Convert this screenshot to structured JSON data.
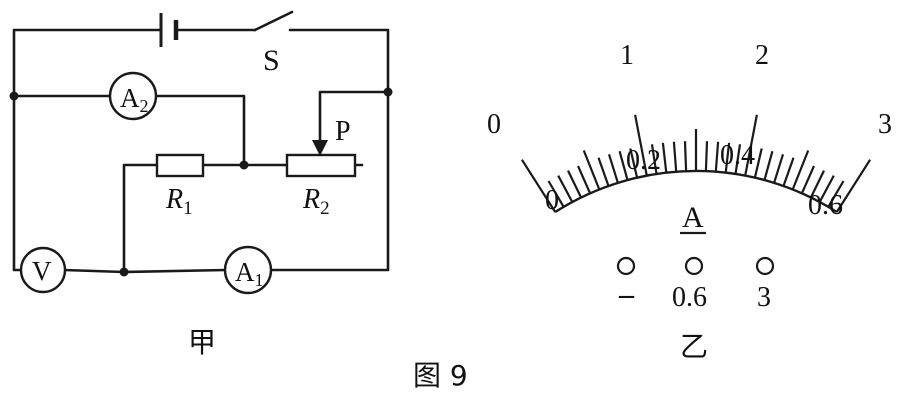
{
  "figure": {
    "caption": "图 9"
  },
  "circuit": {
    "caption": "甲",
    "switch_label": "S",
    "slider_label": "P",
    "r1_main": "R",
    "r1_sub": "1",
    "r2_main": "R",
    "r2_sub": "2",
    "voltmeter_label": "V",
    "ammeter1_main": "A",
    "ammeter1_sub": "1",
    "ammeter2_main": "A",
    "ammeter2_sub": "2"
  },
  "meter": {
    "caption": "乙",
    "unit": "A",
    "upper_scale": [
      "0",
      "1",
      "2",
      "3"
    ],
    "lower_scale": [
      "0",
      "0.2",
      "0.4",
      "0.6"
    ],
    "upper_range_max": 3,
    "lower_range_max": 0.6,
    "minor_divisions": 30,
    "terminals": [
      "–",
      "0.6",
      "3"
    ]
  }
}
